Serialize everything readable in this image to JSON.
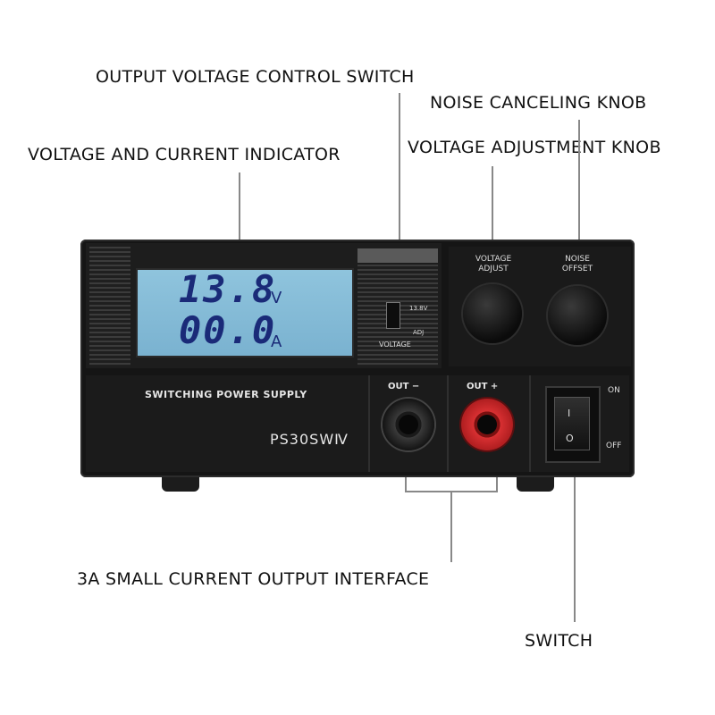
{
  "callouts": {
    "output_voltage_switch": "OUTPUT VOLTAGE CONTROL SWITCH",
    "noise_canceling_knob": "NOISE CANCELING KNOB",
    "voltage_current_indicator": "VOLTAGE AND CURRENT INDICATOR",
    "voltage_adjustment_knob": "VOLTAGE ADJUSTMENT KNOB",
    "small_current_output": "3A SMALL CURRENT OUTPUT INTERFACE",
    "switch": "SWITCH"
  },
  "device": {
    "display": {
      "voltage_value": "13.8",
      "voltage_unit": "V",
      "current_value": "00.0",
      "current_unit": "A"
    },
    "voltage_switch": {
      "label_top": "13.8V",
      "label_bottom": "ADJ",
      "label_name": "VOLTAGE"
    },
    "knobs": {
      "voltage_label_1": "VOLTAGE",
      "voltage_label_2": "ADJUST",
      "noise_label_1": "NOISE",
      "noise_label_2": "OFFSET"
    },
    "brand_text": "SWITCHING POWER SUPPLY",
    "model": "PS30SWⅣ",
    "out_negative_label": "OUT −",
    "out_positive_label": "OUT +",
    "power_switch": {
      "on_label": "ON",
      "off_label": "OFF",
      "i_mark": "I",
      "o_mark": "O"
    }
  },
  "colors": {
    "lcd_background": "#8fc4dd",
    "lcd_digits": "#1a2a78",
    "positive_jack": "#c8282a",
    "negative_jack": "#202020",
    "callout_line": "#888888"
  }
}
